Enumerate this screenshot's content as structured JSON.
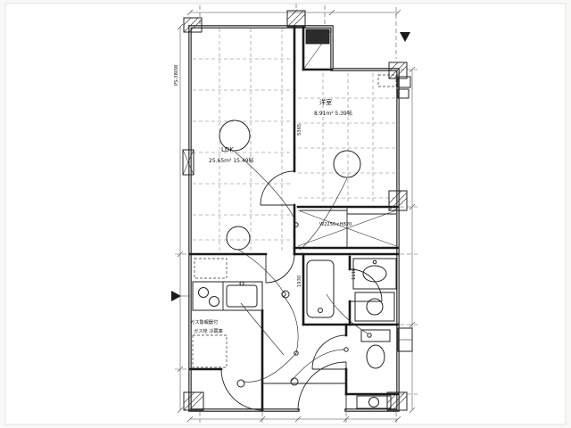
{
  "document": {
    "kind": "apartment-floor-plan"
  },
  "labels": {
    "ldk_name": "LDK",
    "ldk_area": "25.65m² 15.49帖",
    "bedroom_name": "洋室",
    "bedroom_area": "8.91m² 5.39帖",
    "closet_dim": "W2250×H820",
    "bath_size": "1116",
    "ps_label": "PS-380W",
    "kitchen_note_line1": "ガス警報器付",
    "kitchen_note_line2": "ガス栓 冷蔵庫",
    "dim_room_depth": "5365",
    "dim_hall": "1930"
  },
  "colors": {
    "line": "#1a1a1a",
    "paper": "#f6f6f5"
  }
}
